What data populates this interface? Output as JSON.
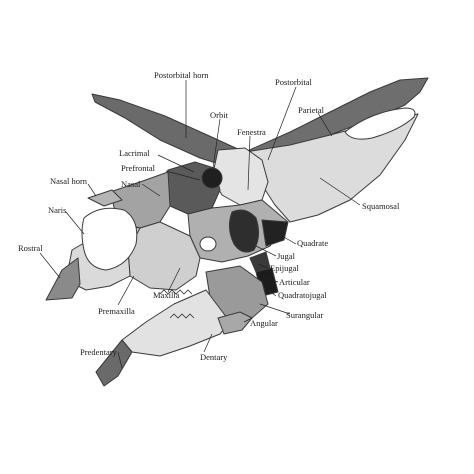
{
  "colors": {
    "bone_light": "#d9d9d9",
    "bone_mid": "#a9a9a9",
    "bone_dark": "#6e6e6e",
    "bone_darker": "#555555",
    "opening": "#2e2e2e",
    "outline": "#3a3a3a"
  },
  "labels": {
    "postorbital_horn": "Postorbital horn",
    "postorbital": "Postorbital",
    "orbit": "Orbit",
    "parietal": "Parietal",
    "fenestra": "Fenestra",
    "lacrimal": "Lacrimal",
    "prefrontal": "Prefrontal",
    "nasal": "Nasal",
    "nasal_horn": "Nasal horn",
    "naris": "Naris",
    "squamosal": "Squamosal",
    "rostral": "Rostral",
    "quadrate": "Quadrate",
    "jugal": "Jugal",
    "epijugal": "Epijugal",
    "articular": "Articular",
    "quadratojugal": "Quadratojugal",
    "maxilla": "Maxilla",
    "premaxilla": "Premaxilla",
    "surangular": "Surangular",
    "angular": "Angular",
    "predentary": "Predentary",
    "dentary": "Dentary"
  }
}
